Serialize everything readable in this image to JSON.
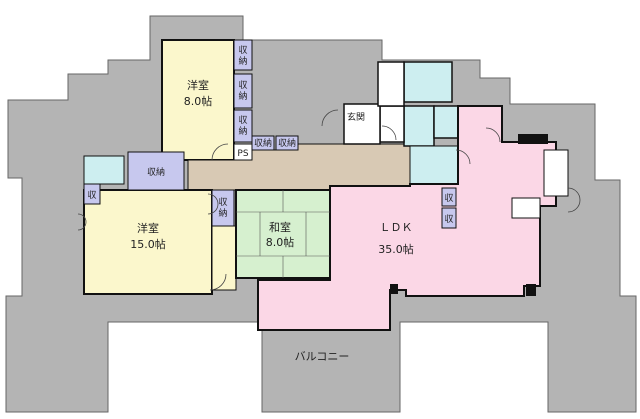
{
  "colors": {
    "balcony": "#b4b4b4",
    "western_room": "#fbf7cc",
    "closet": "#c7c8ee",
    "corridor": "#d8c9b4",
    "tatami": "#d6f0cf",
    "ldk": "#fbd7e6",
    "wet_area": "#cdeef0",
    "wall": "#111111"
  },
  "rooms": {
    "western_room_top": {
      "name": "洋室",
      "area": "8.0帖"
    },
    "western_room_left": {
      "name": "洋室",
      "area": "15.0帖"
    },
    "japanese_room": {
      "name": "和室",
      "area": "8.0帖"
    },
    "ldk": {
      "name": "ＬＤＫ",
      "area": "35.0帖"
    },
    "entrance": {
      "name": "玄関"
    },
    "balcony": {
      "name": "バルコニー"
    }
  },
  "closets": {
    "closet_label": "収納",
    "closet_v1": "収\n納",
    "small_storage": "収",
    "pipe_space": "PS"
  }
}
